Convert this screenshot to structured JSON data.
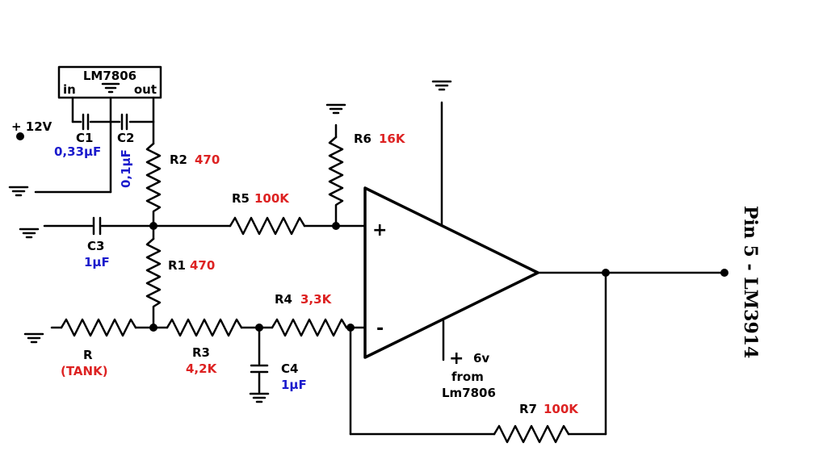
{
  "regulator": {
    "name": "LM7806",
    "in_label": "in",
    "out_label": "out"
  },
  "supply": {
    "label": "+ 12V"
  },
  "components": {
    "c1": {
      "name": "C1",
      "value": "0,33µF"
    },
    "c2": {
      "name": "C2",
      "value": "0,1µF"
    },
    "c3": {
      "name": "C3",
      "value": "1µF"
    },
    "c4": {
      "name": "C4",
      "value": "1µF"
    },
    "r1": {
      "name": "R1",
      "value": "470"
    },
    "r2": {
      "name": "R2",
      "value": "470"
    },
    "r3": {
      "name": "R3",
      "value": "4,2K"
    },
    "r4": {
      "name": "R4",
      "value": "3,3K"
    },
    "r5": {
      "name": "R5",
      "value": "100K"
    },
    "r6": {
      "name": "R6",
      "value": "16K"
    },
    "r7": {
      "name": "R7",
      "value": "100K"
    },
    "r_tank": {
      "name": "R",
      "value": "(TANK)"
    }
  },
  "opamp": {
    "plus_label": "+",
    "minus_label": "-",
    "supply_plus": "+",
    "supply_value": "6v",
    "supply_from": "from",
    "supply_source": "Lm7806"
  },
  "output": {
    "label": "Pin 5 - LM3914"
  },
  "colors": {
    "value_red": "#dd2222",
    "value_blue": "#1a1acc",
    "wire": "#000000"
  }
}
